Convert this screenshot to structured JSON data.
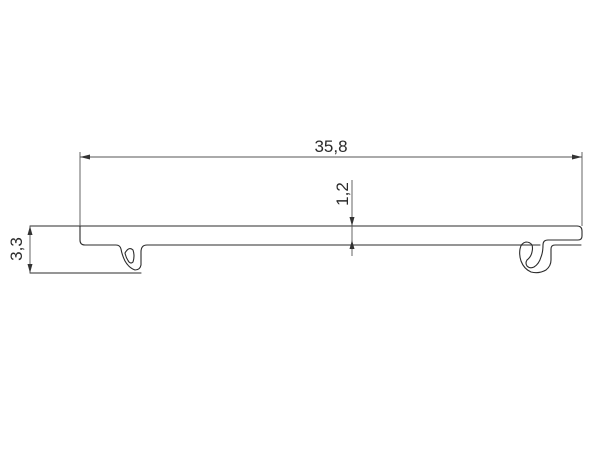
{
  "dimensions": {
    "overall_width": "35,8",
    "wall_thickness": "1,2",
    "overall_height": "3,3"
  },
  "colors": {
    "line": "#2b2b2b",
    "dimension_line": "#555555",
    "background": "#ffffff"
  }
}
